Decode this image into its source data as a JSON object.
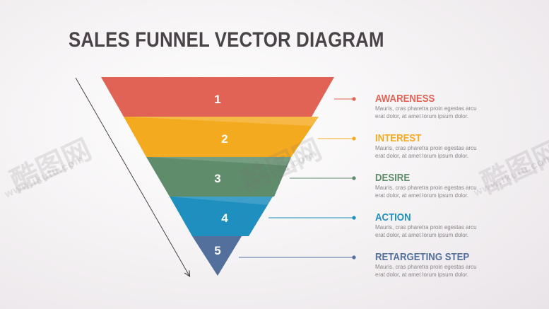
{
  "title": "SALES FUNNEL VECTOR DIAGRAM",
  "stages": [
    {
      "number": "1",
      "heading": "AWARENESS",
      "color": "#e06355",
      "desc1": "Mauris, cras pharetra proin egestas arcu",
      "desc2": "erat dolor, at amet lorum ipsum dolor."
    },
    {
      "number": "2",
      "heading": "INTEREST",
      "color": "#f4aa1e",
      "desc1": "Mauris, cras pharetra proin egestas arcu",
      "desc2": "erat dolor, at amet lorum ipsum dolor."
    },
    {
      "number": "3",
      "heading": "DESIRE",
      "color": "#5f8c6a",
      "desc1": "Mauris, cras pharetra proin egestas arcu",
      "desc2": "erat dolor, at amet lorum ipsum dolor."
    },
    {
      "number": "4",
      "heading": "ACTION",
      "color": "#1f8fbf",
      "desc1": "Mauris, cras pharetra proin egestas arcu",
      "desc2": "erat dolor, at amet lorum ipsum dolor."
    },
    {
      "number": "5",
      "heading": "RETARGETING STEP",
      "color": "#536f9c",
      "desc1": "Mauris, cras pharetra proin egestas arcu",
      "desc2": "erat dolor, at amet lorum ipsum dolor."
    }
  ],
  "watermark": {
    "logo": "酷图网",
    "url": "www.ikutu.com"
  }
}
